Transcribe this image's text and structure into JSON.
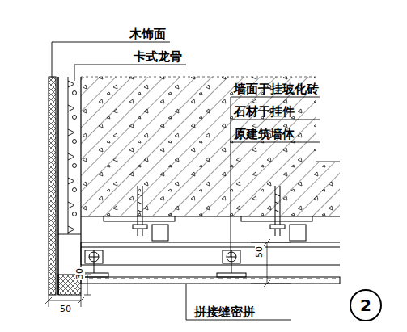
{
  "diagram": {
    "nodes": [
      {
        "text": [
          "2"
        ]
      }
    ],
    "labels": [
      "木饰面",
      "卡式龙骨",
      "墙面干挂玻化砖",
      "石材干挂件",
      "原建筑墙体",
      "50",
      "50",
      "30",
      "拼接缝密拼"
    ]
  }
}
